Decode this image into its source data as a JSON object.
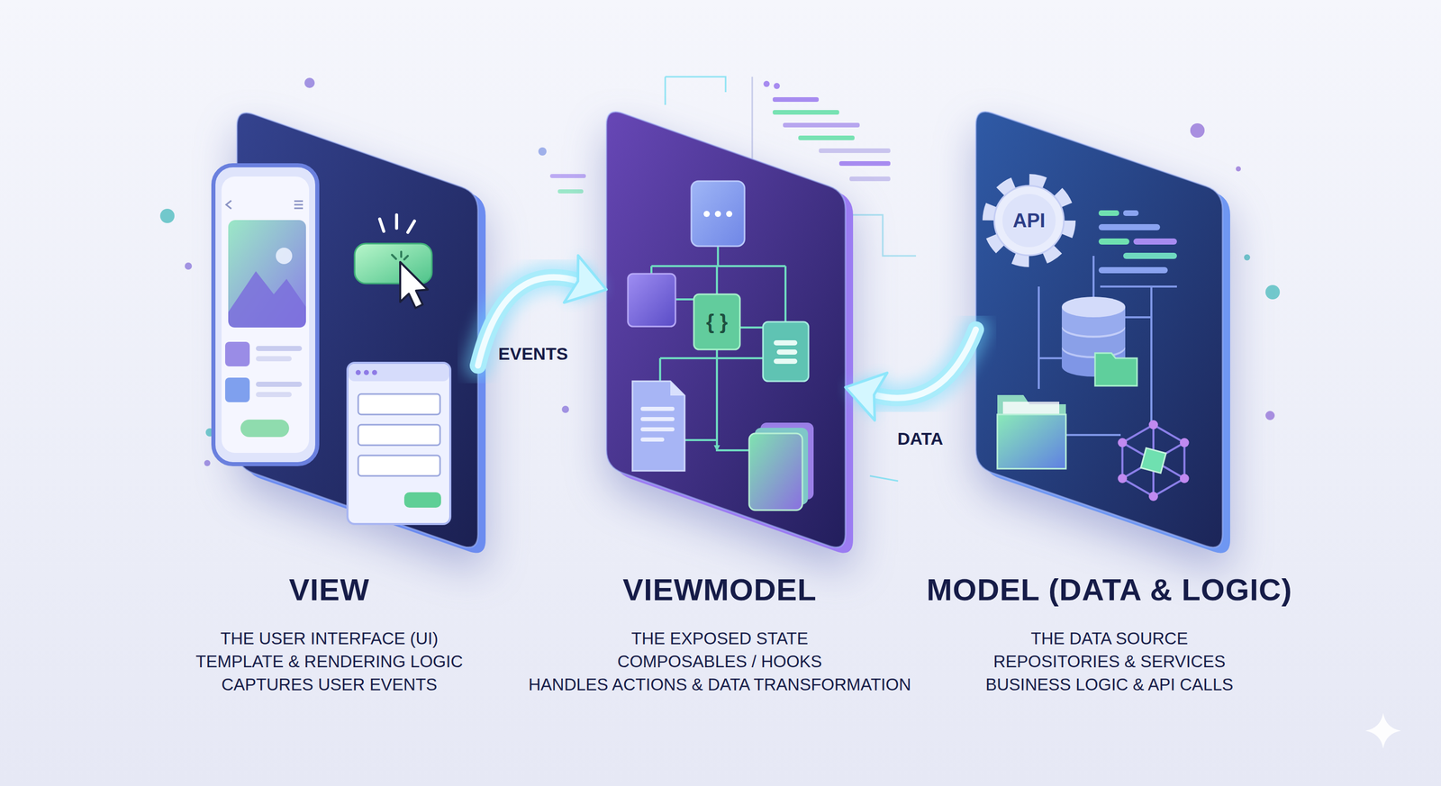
{
  "diagram": {
    "nodes": [
      {
        "text": [
          "VIEW",
          "THE USER INTERFACE (UI)",
          "TEMPLATE & RENDERING LOGIC",
          "CAPTURES USER EVENTS"
        ]
      },
      {
        "text": [
          "VIEWMODEL",
          "THE EXPOSED STATE",
          "COMPOSABLES / HOOKS",
          "HANDLES ACTIONS & DATA TRANSFORMATION"
        ]
      },
      {
        "text": [
          "MODEL (DATA & LOGIC)",
          "THE DATA SOURCE",
          "REPOSITORIES & SERVICES",
          "BUSINESS LOGIC & API CALLS"
        ]
      }
    ],
    "edges": [
      {
        "from": 0,
        "to": 1,
        "label": "EVENTS",
        "arrow": "to"
      },
      {
        "from": 2,
        "to": 1,
        "label": "DATA",
        "arrow": "to"
      }
    ],
    "labels": [
      "API",
      "{ }"
    ]
  }
}
